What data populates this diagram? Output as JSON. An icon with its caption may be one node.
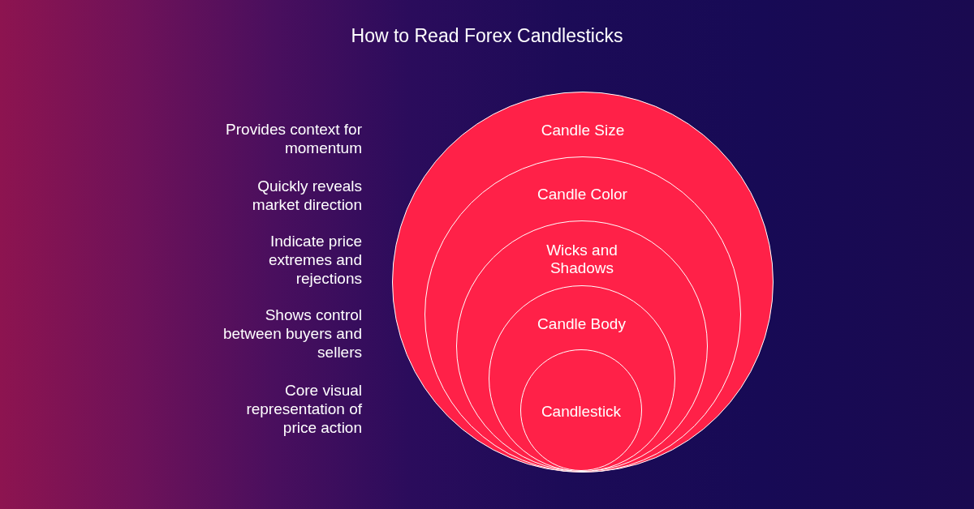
{
  "diagram": {
    "title": "How to Read Forex Candlesticks",
    "nodes": [
      {
        "text": [
          "Candle Size"
        ]
      },
      {
        "text": [
          "Candle Color"
        ],
        "in": 0
      },
      {
        "text": [
          "Wicks and Shadows"
        ],
        "in": 1
      },
      {
        "text": [
          "Candle Body"
        ],
        "in": 2
      },
      {
        "text": [
          "Candlestick"
        ],
        "in": 3
      }
    ],
    "labels": [
      "Provides context for momentum",
      "Quickly reveals market direction",
      "Indicate price extremes and rejections",
      "Shows control between buyers and sellers",
      "Core visual representation of price action"
    ]
  }
}
